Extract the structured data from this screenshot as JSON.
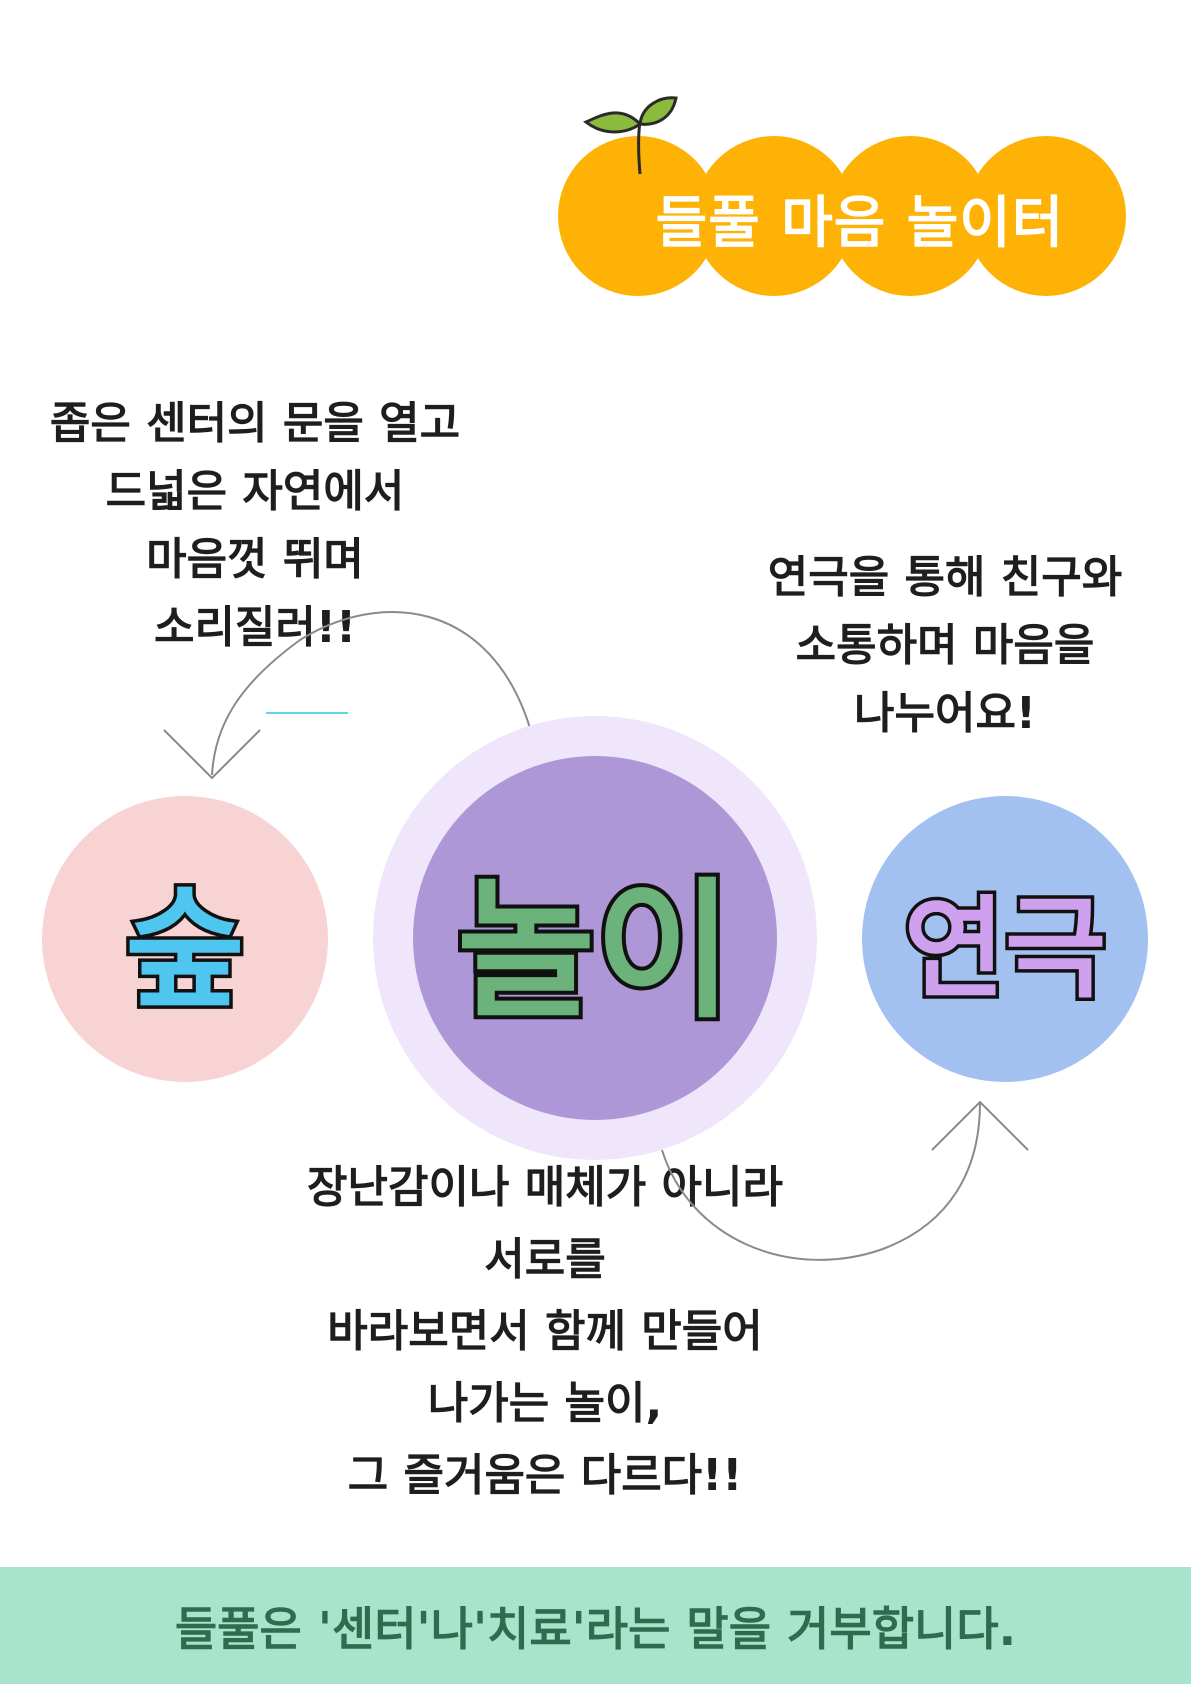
{
  "header": {
    "title": "들풀 마음 놀이터"
  },
  "captions": {
    "forest_lines": "좁은 센터의 문을 열고\n드넓은 자연에서\n마음껏 뛰며\n소리질러!!",
    "drama_lines": "연극을 통해 친구와\n소통하며  마음을\n나누어요!",
    "play_lines": "장난감이나 매체가 아니라\n서로를\n바라보면서 함께 만들어\n나가는 놀이,\n그 즐거움은 다르다!!"
  },
  "nodes": {
    "forest": "숲",
    "play": "놀이",
    "drama": "연극"
  },
  "footer": {
    "text": "들풀은 '센터'나'치료'라는 말을 거부합니다."
  },
  "colors": {
    "title_badge": "#fdb205",
    "forest_circle": "#f8d3d3",
    "play_outer": "#efe6fb",
    "play_inner": "#ad97d6",
    "drama_circle": "#a2c1f0",
    "footer_bg": "#a8e4cb",
    "footer_text": "#2f6b4f"
  },
  "icons": {
    "sprout": "sprout-icon",
    "arrow": "curved-arrow-icon"
  }
}
